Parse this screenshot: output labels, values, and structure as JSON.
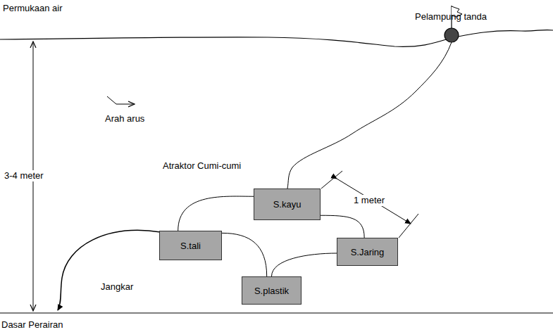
{
  "diagram": {
    "nodes": [
      {
        "text": [
          "S.kayu"
        ]
      },
      {
        "text": [
          "S.tali"
        ]
      },
      {
        "text": [
          "S.Jaring"
        ]
      },
      {
        "text": [
          "S.plastik"
        ]
      }
    ],
    "edges": [
      {
        "from": 1,
        "to": 0,
        "arrow": "none"
      },
      {
        "from": 0,
        "to": 2,
        "arrow": "none"
      },
      {
        "from": 1,
        "to": 3,
        "arrow": "none"
      },
      {
        "from": 3,
        "to": 2,
        "arrow": "none"
      }
    ],
    "labels": [
      "Permukaan air",
      "Pelampung tanda",
      "Arah arus",
      "Atraktor Cumi-cumi",
      "3-4 meter",
      "1 meter",
      "Jangkar",
      "Dasar Perairan"
    ]
  }
}
